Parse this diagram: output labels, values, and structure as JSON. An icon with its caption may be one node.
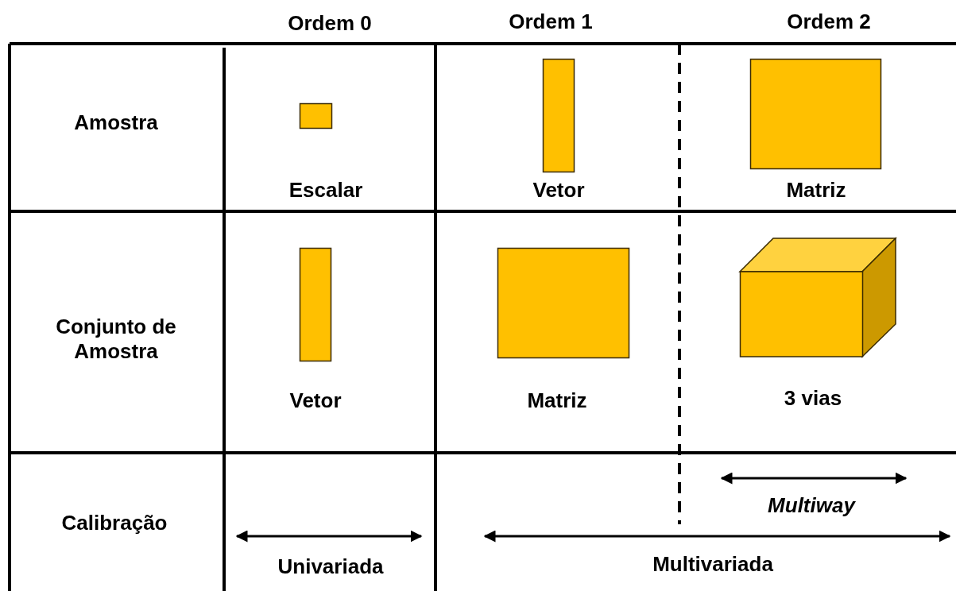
{
  "diagram": {
    "nodes": [
      {
        "text": [],
        "shape": "box",
        "beside": [
          "Escalar"
        ]
      },
      {
        "text": [],
        "shape": "bar",
        "beside": [
          "Vetor"
        ]
      },
      {
        "text": [],
        "shape": "box",
        "beside": [
          "Matriz"
        ]
      },
      {
        "text": [],
        "shape": "bar",
        "beside": [
          "Vetor"
        ]
      },
      {
        "text": [],
        "shape": "box",
        "beside": [
          "Matriz"
        ]
      },
      {
        "text": [],
        "shape": "cube",
        "beside": [
          "3 vias"
        ]
      }
    ],
    "labels": [
      "Ordem 0",
      "Ordem 1",
      "Ordem 2",
      "Amostra",
      "Conjunto de Amostra",
      "Calibração",
      "Multiway",
      "Univariada",
      "Multivariada"
    ]
  }
}
